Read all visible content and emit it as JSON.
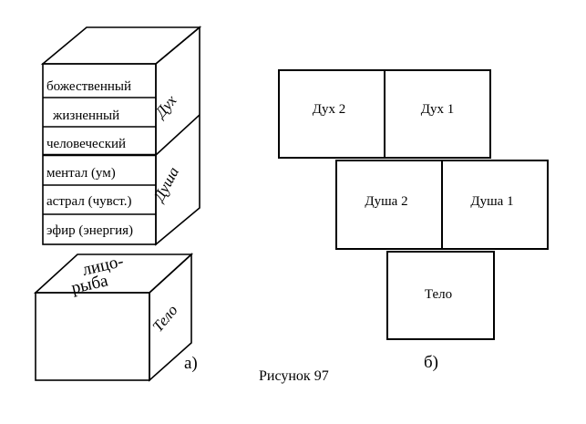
{
  "left_stack": {
    "dukh_rows": [
      "божественный",
      "жизненный",
      "человеческий"
    ],
    "dusha_rows": [
      "ментал (ум)",
      "астрал (чувст.)",
      "эфир (энергия)"
    ],
    "dukh_side_label": "Дух",
    "dusha_side_label": "Душа"
  },
  "body_cube": {
    "top_line1": "лицо-",
    "top_line2": "рыба",
    "side_label": "Тело"
  },
  "grid": {
    "row1": [
      "Дух 2",
      "Дух 1"
    ],
    "row2": [
      "Душа 2",
      "Душа 1"
    ],
    "row3": [
      "Тело"
    ]
  },
  "labels": {
    "part_a": "а)",
    "part_b": "б)",
    "caption": "Рисунок 97"
  }
}
